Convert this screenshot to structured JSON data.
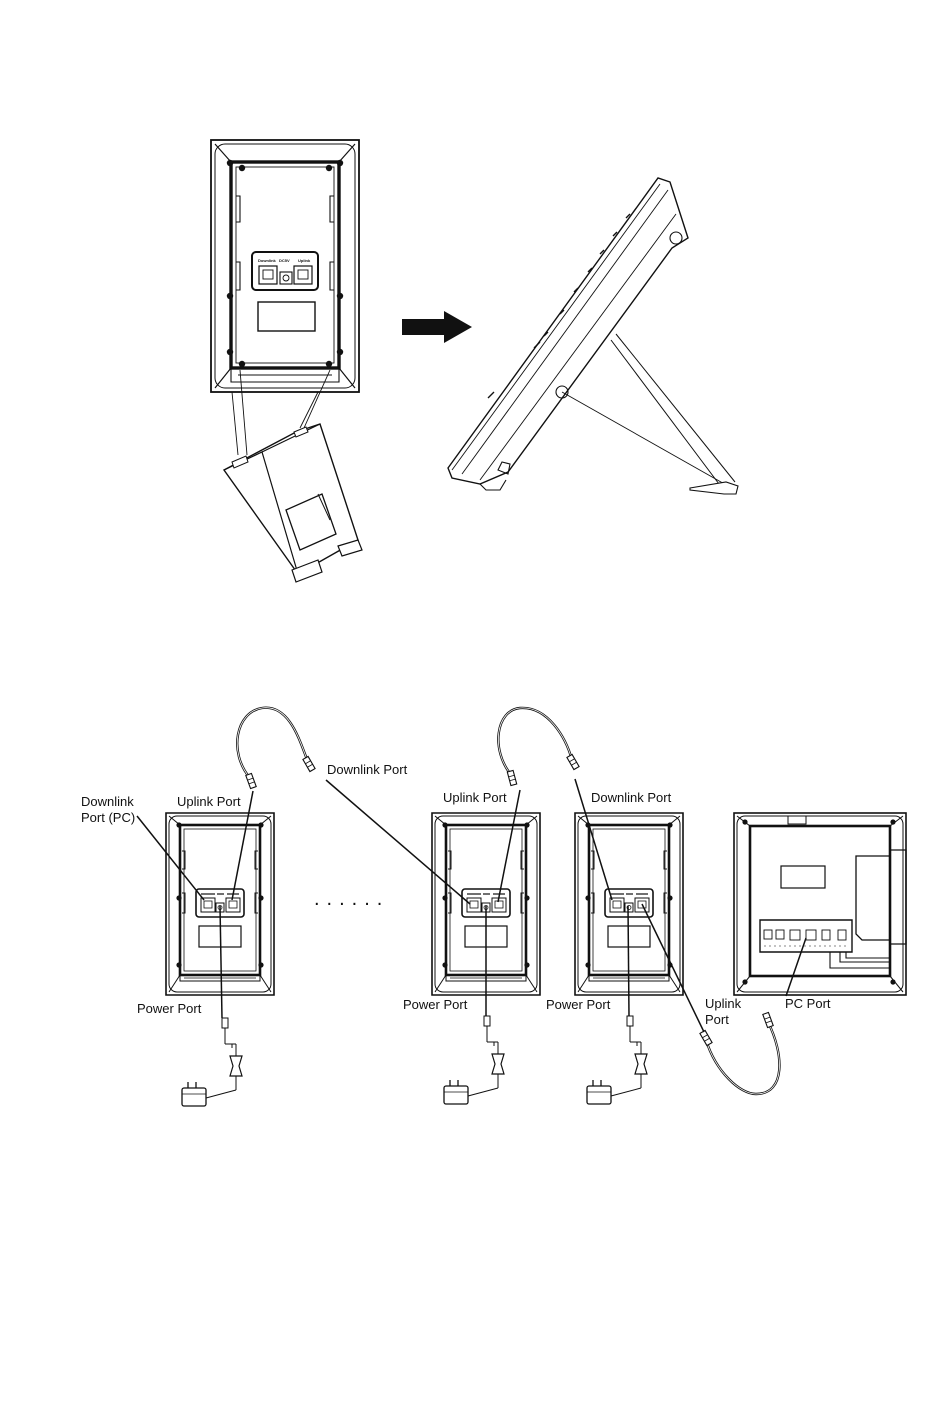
{
  "figure1": {
    "panel_port_labels": {
      "downlink": "Downlink",
      "power": "DC5V",
      "uplink": "Uplink"
    }
  },
  "figure2": {
    "labels": {
      "downlink_port_pc": "Downlink\nPort (PC)",
      "uplink_port_1": "Uplink Port",
      "downlink_port_1": "Downlink Port",
      "uplink_port_2": "Uplink Port",
      "downlink_port_2": "Downlink Port",
      "power_port_1": "Power Port",
      "power_port_2": "Power Port",
      "power_port_3": "Power Port",
      "uplink_port_3": "Uplink\nPort",
      "pc_port": "PC Port"
    },
    "ellipsis": "......"
  }
}
